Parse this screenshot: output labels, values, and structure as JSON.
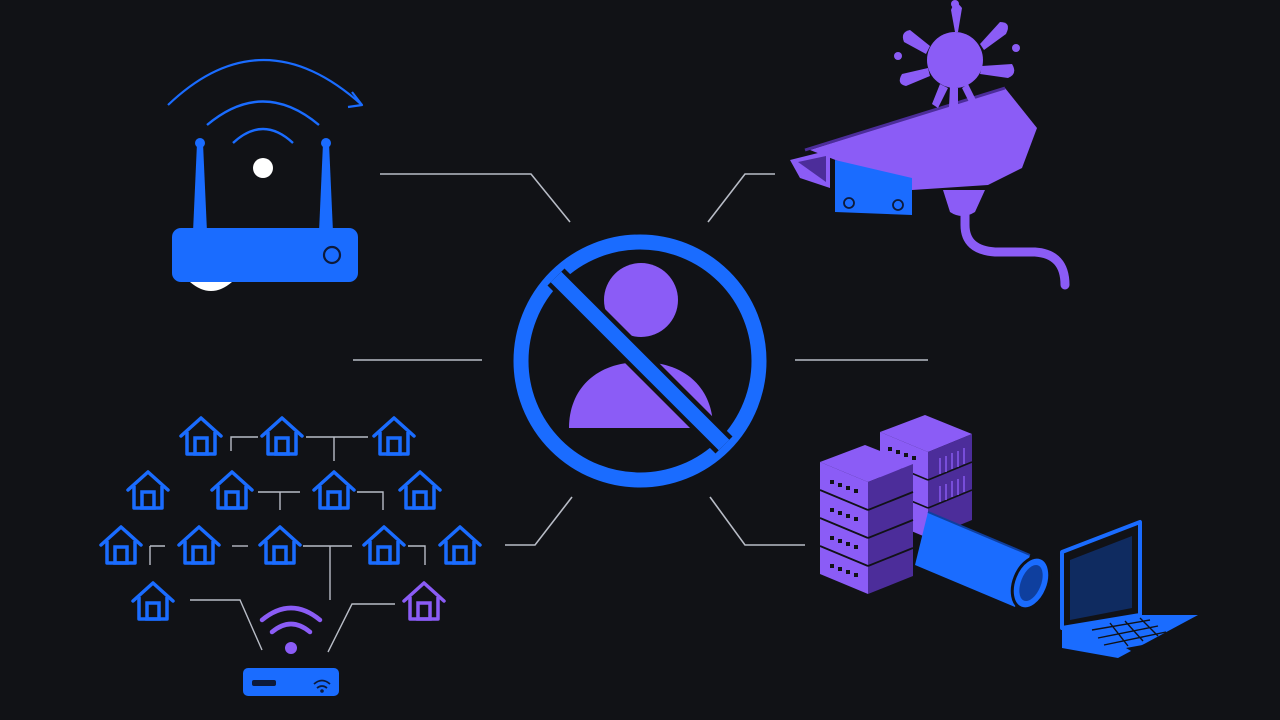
{
  "colors": {
    "background": "#111216",
    "blue": "#1a6cff",
    "blue_dark": "#0f3f9e",
    "purple": "#8b5cf6",
    "purple_dark": "#4c2d9a",
    "connector": "#b8bcc6",
    "white": "#ffffff"
  },
  "center": {
    "icon": "no-person-icon"
  },
  "nodes": [
    {
      "id": "router",
      "icon": "wifi-router-icon"
    },
    {
      "id": "camera",
      "icon": "infected-security-camera-icon"
    },
    {
      "id": "neighborhood",
      "icon": "home-network-icon"
    },
    {
      "id": "datacenter",
      "icon": "server-tunnel-laptop-icon"
    }
  ],
  "houses": [
    {
      "color": "blue"
    },
    {
      "color": "blue"
    },
    {
      "color": "blue"
    },
    {
      "color": "blue"
    },
    {
      "color": "blue"
    },
    {
      "color": "blue"
    },
    {
      "color": "blue"
    },
    {
      "color": "blue"
    },
    {
      "color": "blue"
    },
    {
      "color": "blue"
    },
    {
      "color": "blue"
    },
    {
      "color": "blue"
    },
    {
      "color": "blue"
    },
    {
      "color": "purple"
    }
  ]
}
